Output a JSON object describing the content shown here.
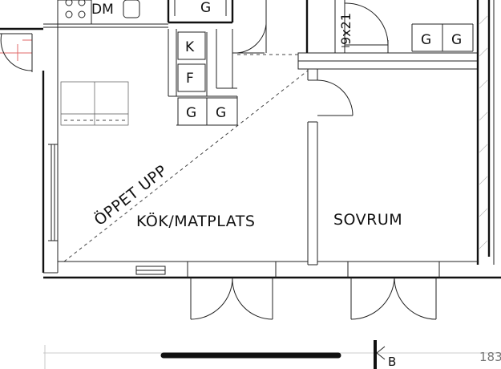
{
  "rooms": {
    "kitchen": "KÖK/MATPLATS",
    "bedroom": "SOVRUM"
  },
  "annotations": {
    "open_up": "ÖPPET UPP",
    "door_size": "9x21",
    "section_marker": "B",
    "corner_number": "183"
  },
  "appliances": {
    "dishwasher": "DM",
    "g_top": "G",
    "k": "K",
    "f": "F",
    "g_left": "G",
    "g_right": "G",
    "g_top_right_1": "G",
    "g_top_right_2": "G"
  },
  "ui": {
    "home_indicator": "home-indicator-bar"
  }
}
